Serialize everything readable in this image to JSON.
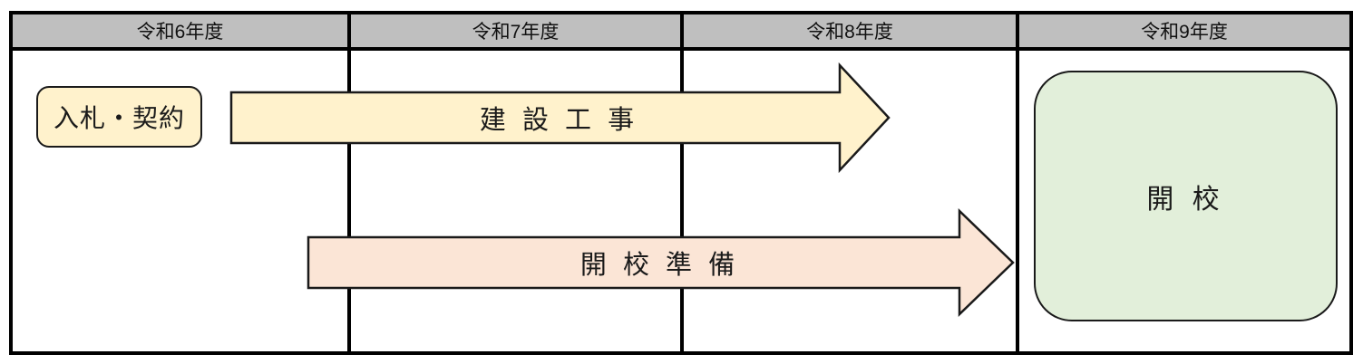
{
  "timeline": {
    "header": {
      "columns": [
        {
          "label": "令和6年度"
        },
        {
          "label": "令和7年度"
        },
        {
          "label": "令和8年度"
        },
        {
          "label": "令和9年度"
        }
      ]
    },
    "items": {
      "bid_contract": {
        "label": "入札・契約"
      },
      "construction": {
        "label": "建 設 工 事"
      },
      "opening_prep": {
        "label": "開 校 準 備"
      },
      "opening": {
        "label": "開 校"
      }
    }
  },
  "colors": {
    "header_bg": "#BFBFBF",
    "table_line": "#000000",
    "shape_outline": "#1A1A1A",
    "bid_contract_fill": "#FFF2CC",
    "construction_fill": "#FFF2CC",
    "opening_prep_fill": "#FBE5D6",
    "opening_fill": "#E2EFDA"
  }
}
